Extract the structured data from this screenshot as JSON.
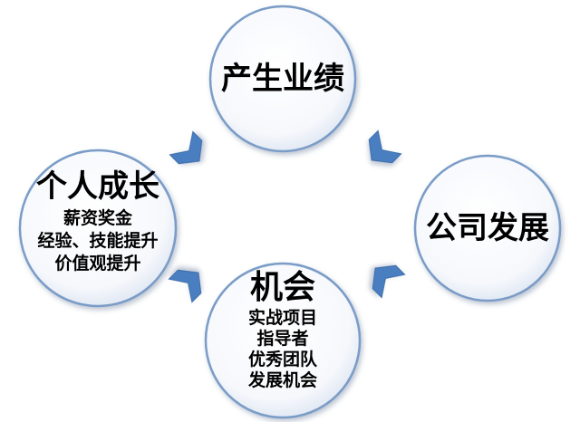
{
  "nodes": [
    {
      "id": "performance",
      "title": "产生业绩",
      "lines": []
    },
    {
      "id": "company",
      "title": "公司发展",
      "lines": []
    },
    {
      "id": "opportunity",
      "title": "机会",
      "lines": [
        "实战项目",
        "指导者",
        "优秀团队",
        "发展机会"
      ]
    },
    {
      "id": "growth",
      "title": "个人成长",
      "lines": [
        "薪资奖金",
        "经验、技能提升",
        "价值观提升"
      ]
    }
  ],
  "colors": {
    "circle_fill": "#ffffff",
    "circle_stroke": "#7a9cc7",
    "arrow": "#4a7fc1",
    "text": "#000000"
  },
  "icons": [
    "chevron-arrow-icon"
  ]
}
